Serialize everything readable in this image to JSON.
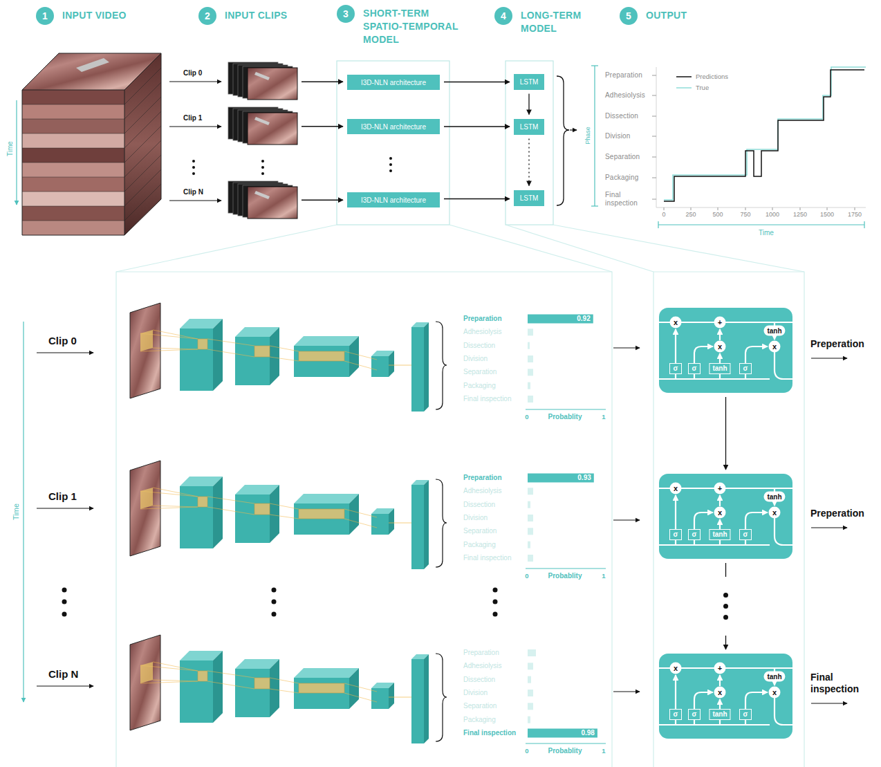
{
  "diagram": {
    "nodes": [
      {
        "text": [
          "1",
          "INPUT VIDEO"
        ]
      },
      {
        "text": [
          "2",
          "INPUT CLIPS"
        ]
      },
      {
        "text": [
          "3",
          "SHORT-TERM SPATIO-TEMPORAL MODEL"
        ]
      },
      {
        "text": [
          "4",
          "LONG-TERM MODEL"
        ]
      },
      {
        "text": [
          "5",
          "OUTPUT"
        ]
      },
      {
        "text": [
          "Clip 0"
        ]
      },
      {
        "text": [
          "Clip 1"
        ]
      },
      {
        "text": [
          "Clip N"
        ]
      },
      {
        "text": [
          "I3D-NLN architecture"
        ]
      },
      {
        "text": [
          "I3D-NLN architecture"
        ]
      },
      {
        "text": [
          "I3D-NLN architecture"
        ]
      },
      {
        "text": [
          "LSTM"
        ]
      },
      {
        "text": [
          "LSTM"
        ]
      },
      {
        "text": [
          "LSTM"
        ]
      },
      {
        "text": [
          "x",
          "+",
          "tanh",
          "x",
          "x",
          "σ",
          "σ",
          "tanh",
          "σ"
        ]
      },
      {
        "text": [
          "x",
          "+",
          "tanh",
          "x",
          "x",
          "σ",
          "σ",
          "tanh",
          "σ"
        ]
      },
      {
        "text": [
          "x",
          "+",
          "tanh",
          "x",
          "x",
          "σ",
          "σ",
          "tanh",
          "σ"
        ]
      }
    ],
    "edges": [
      {
        "from": 5,
        "to": 8,
        "arrow": "to"
      },
      {
        "from": 6,
        "to": 9,
        "arrow": "to"
      },
      {
        "from": 7,
        "to": 10,
        "arrow": "to"
      },
      {
        "from": 8,
        "to": 11,
        "arrow": "to"
      },
      {
        "from": 9,
        "to": 12,
        "arrow": "to"
      },
      {
        "from": 10,
        "to": 13,
        "arrow": "to"
      },
      {
        "from": 11,
        "to": 12,
        "arrow": "to"
      },
      {
        "from": 12,
        "to": 13,
        "arrow": "to"
      },
      {
        "from": 14,
        "to": 15,
        "arrow": "to"
      },
      {
        "from": 15,
        "to": 16,
        "arrow": "to"
      }
    ],
    "labels": [
      "Time",
      "Preparation",
      "Adhesiolysis",
      "Dissection",
      "Division",
      "Separation",
      "Packaging",
      "Final inspection",
      "Phase",
      "0",
      "250",
      "500",
      "750",
      "1000",
      "1250",
      "1500",
      "1750",
      "Time",
      "Time",
      "Clip 0",
      "Clip 1",
      "Clip N",
      "Preparation",
      "Adhesiolysis",
      "Dissection",
      "Division",
      "Separation",
      "Packaging",
      "Final inspection",
      "0.92",
      "0",
      "Probablity",
      "1",
      "Preparation",
      "Adhesiolysis",
      "Dissection",
      "Division",
      "Separation",
      "Packaging",
      "Final inspection",
      "0.93",
      "0",
      "Probablity",
      "1",
      "Preparation",
      "Adhesiolysis",
      "Dissection",
      "Division",
      "Separation",
      "Packaging",
      "Final inspection",
      "0.98",
      "0",
      "Probablity",
      "1",
      "Preperation",
      "Preperation",
      "Final inspection"
    ],
    "legend": [
      {
        "text": "Predictions"
      },
      {
        "text": "True"
      }
    ]
  }
}
